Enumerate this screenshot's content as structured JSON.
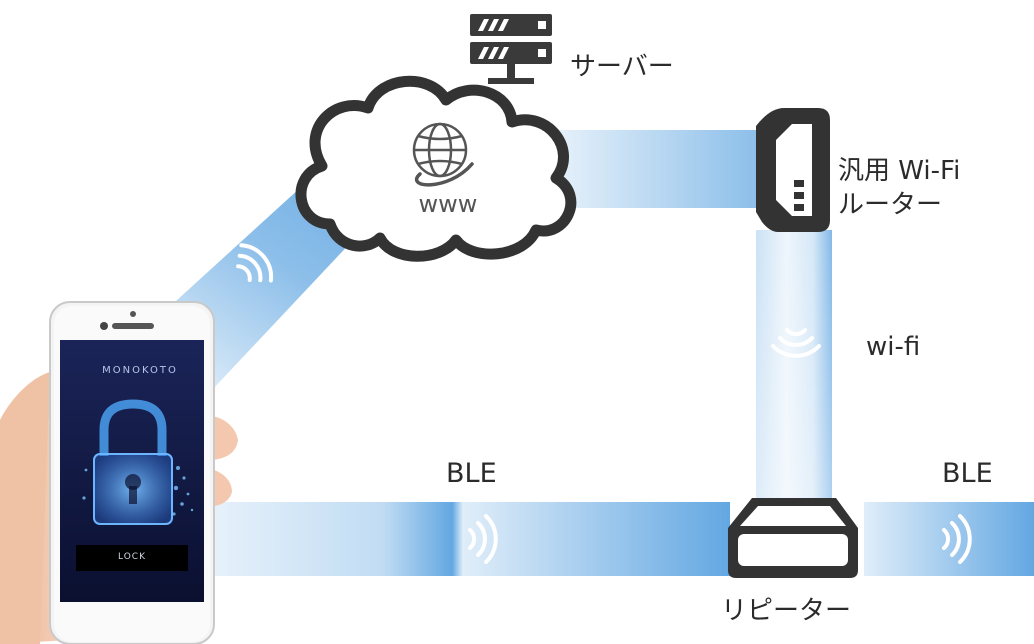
{
  "labels": {
    "server": "サーバー",
    "www": "www",
    "router_line1": "汎用 Wi-Fi",
    "router_line2": "ルーター",
    "wifi": "wi-fi",
    "ble_left": "BLE",
    "ble_right": "BLE",
    "repeater": "リピーター"
  },
  "phone": {
    "app_brand": "MONOKOTO",
    "lock_button": "LOCK"
  },
  "colors": {
    "link_blue": "#2f8ad8",
    "device_outline": "#333333",
    "phone_screen": "#10183a",
    "lock_glow": "#3a8fe0"
  }
}
